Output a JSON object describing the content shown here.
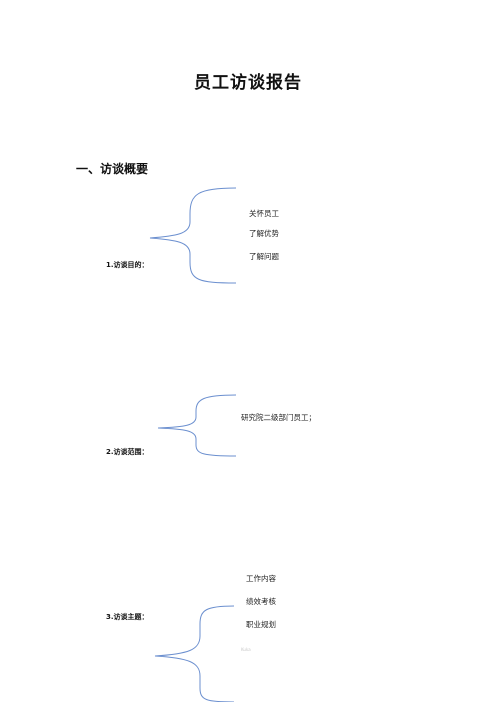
{
  "doc": {
    "title": "员工访谈报告",
    "section1": {
      "heading": "一、访谈概要",
      "purpose": {
        "label": "1.访谈目的：",
        "items": [
          "关怀员工",
          "了解优势",
          "了解问题"
        ]
      },
      "scope": {
        "label": "2.访谈范围：",
        "items": [
          "研究院二级部门员工；"
        ]
      },
      "topics": {
        "label": "3.访谈主题：",
        "items": [
          "工作内容",
          "绩效考核",
          "职业规划"
        ],
        "faint_note": "Kuka"
      }
    },
    "colors": {
      "brace": "#6b8fcf",
      "text": "#111111"
    }
  }
}
